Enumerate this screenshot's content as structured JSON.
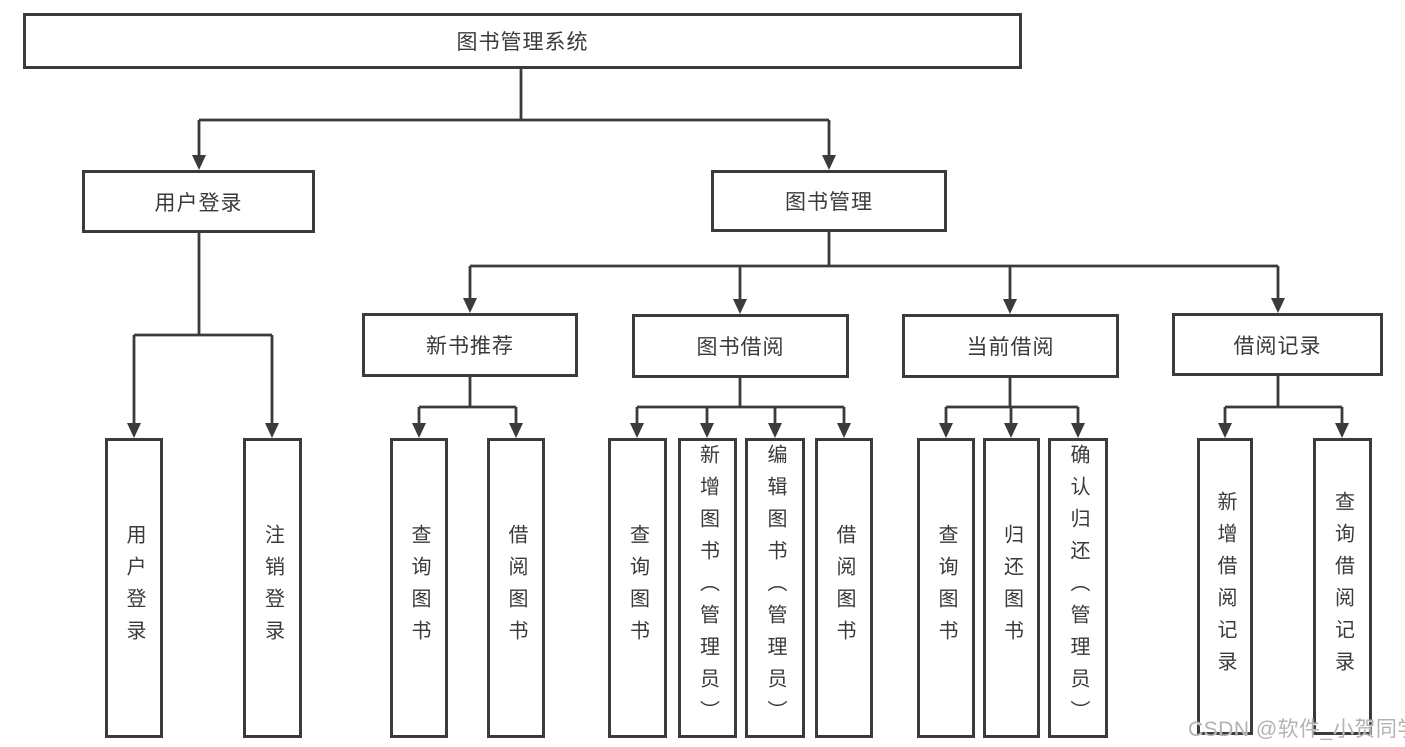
{
  "diagram_type": "hierarchy-tree",
  "tree": {
    "root": "图书管理系统",
    "children": [
      {
        "label": "用户登录",
        "children": [
          {
            "label": "用户登录"
          },
          {
            "label": "注销登录"
          }
        ]
      },
      {
        "label": "图书管理",
        "children": [
          {
            "label": "新书推荐",
            "children": [
              {
                "label": "查询图书"
              },
              {
                "label": "借阅图书"
              }
            ]
          },
          {
            "label": "图书借阅",
            "children": [
              {
                "label": "查询图书"
              },
              {
                "label": "新增图书（管理员）"
              },
              {
                "label": "编辑图书（管理员）"
              },
              {
                "label": "借阅图书"
              }
            ]
          },
          {
            "label": "当前借阅",
            "children": [
              {
                "label": "查询图书"
              },
              {
                "label": "归还图书"
              },
              {
                "label": "确认归还（管理员）"
              }
            ]
          },
          {
            "label": "借阅记录",
            "children": [
              {
                "label": "新增借阅记录"
              },
              {
                "label": "查询借阅记录"
              }
            ]
          }
        ]
      }
    ]
  },
  "watermark": {
    "text": "CSDN @软件_小贺同学"
  },
  "colors": {
    "line": "#3b3b3b",
    "box_border": "#3b3b3b",
    "text": "#3a3a3a",
    "watermark": "#b3b3b3",
    "background": "#ffffff"
  }
}
